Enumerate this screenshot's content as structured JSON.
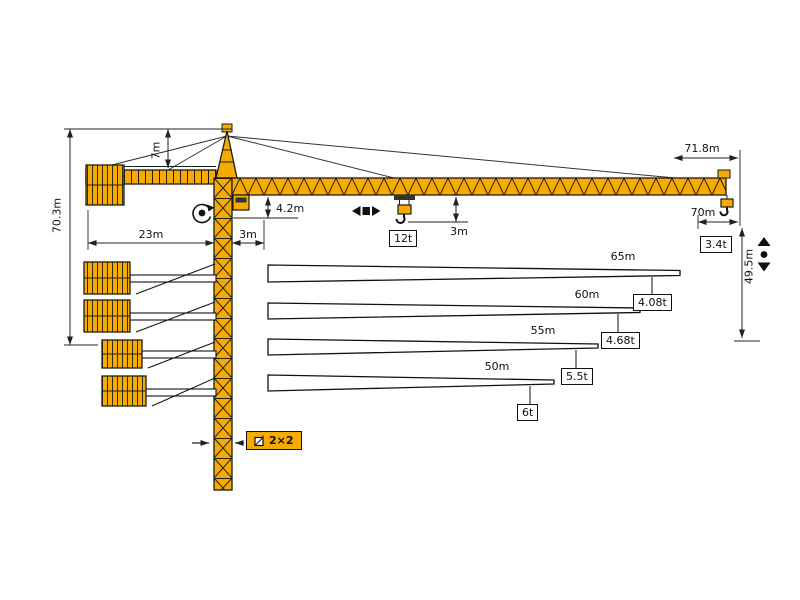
{
  "diagram": {
    "dimensions": {
      "total_height": "70.3m",
      "tower_head_height": "7m",
      "counter_jib_length": "23m",
      "rear_clearance": "3m",
      "jib_section_height": "4.2m",
      "hook_clearance": "3m",
      "max_jib_length": "71.8m",
      "working_radius": "70m",
      "hook_height": "49.5m"
    },
    "loads": {
      "max_load": "12t",
      "tip_load": "3.4t"
    },
    "mast_section": "2×2",
    "jib_variants": [
      {
        "length": "65m",
        "tip_load": "4.08t"
      },
      {
        "length": "60m",
        "tip_load": "4.68t"
      },
      {
        "length": "55m",
        "tip_load": "5.5t"
      },
      {
        "length": "50m",
        "tip_load": "6t"
      }
    ],
    "colors": {
      "crane_yellow": "#F7AA00",
      "line_black": "#1c1c1c"
    }
  }
}
